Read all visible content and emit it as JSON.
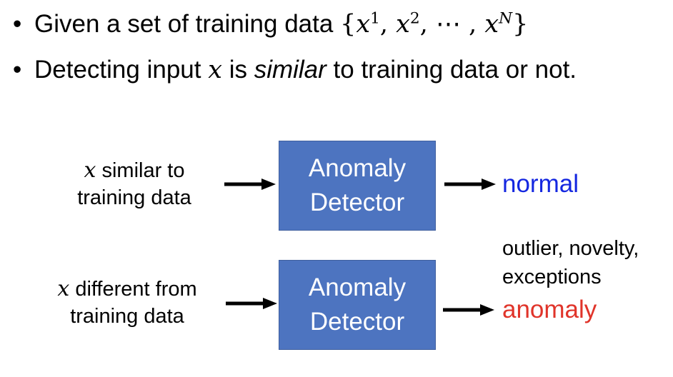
{
  "bullets": [
    {
      "prefix": "Given a set of training data ",
      "set_open": "{",
      "x": "x",
      "sup1": "1",
      "comma1": ", ",
      "sup2": "2",
      "comma2": ", ",
      "ellipsis": "⋯",
      "comma3": " , ",
      "supN": "N",
      "set_close": "}"
    },
    {
      "prefix": "Detecting input ",
      "x": "x",
      "is": " is ",
      "emph": "similar",
      "suffix": " to training data or not."
    }
  ],
  "rows": [
    {
      "input_var": "x",
      "input_line1": " similar to",
      "input_line2": "training data",
      "box_line1": "Anomaly",
      "box_line2": "Detector",
      "output": "normal"
    },
    {
      "input_var": "x",
      "input_line1": " different from",
      "input_line2": "training data",
      "box_line1": "Anomaly",
      "box_line2": "Detector",
      "output": "anomaly",
      "note_line1": "outlier, novelty,",
      "note_line2": "exceptions"
    }
  ],
  "colors": {
    "box_fill": "#4d74c0",
    "normal": "#1427e0",
    "anomaly": "#e0342a"
  }
}
